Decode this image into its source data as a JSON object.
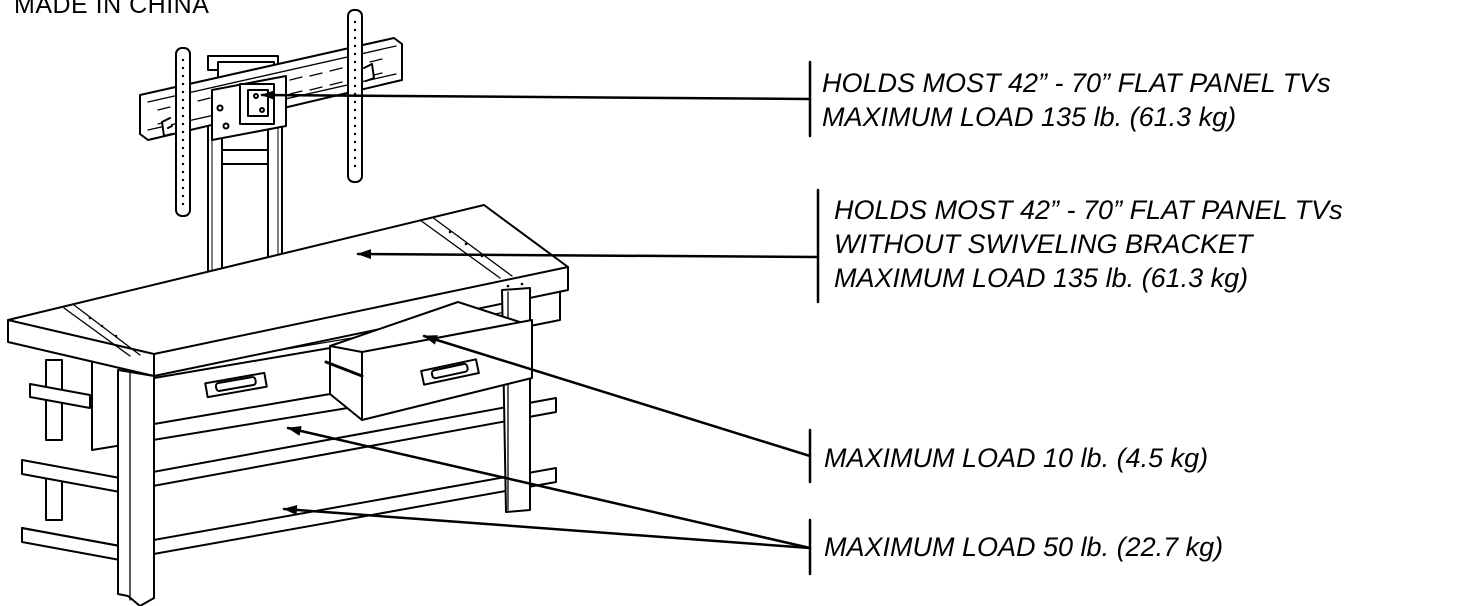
{
  "header": {
    "made_in": "MADE IN CHINA"
  },
  "callouts": {
    "tv_bracket": {
      "lines": [
        "HOLDS MOST 42” - 70” FLAT PANEL TVs",
        "MAXIMUM LOAD 135 lb. (61.3 kg)"
      ]
    },
    "tabletop": {
      "lines": [
        "HOLDS MOST 42” - 70” FLAT PANEL TVs",
        "WITHOUT SWIVELING BRACKET",
        "MAXIMUM LOAD 135 lb. (61.3 kg)"
      ]
    },
    "drawers": {
      "lines": [
        "MAXIMUM LOAD 10 lb. (4.5 kg)"
      ]
    },
    "shelves": {
      "lines": [
        "MAXIMUM LOAD 50 lb. (22.7 kg)"
      ]
    }
  }
}
